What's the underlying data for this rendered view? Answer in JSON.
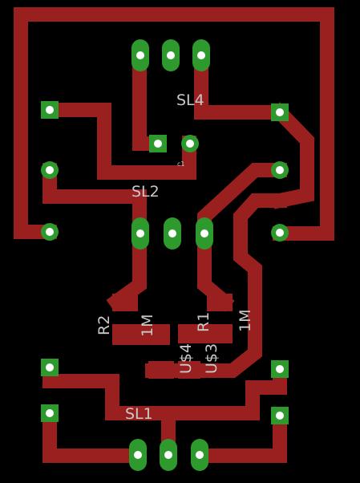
{
  "colors": {
    "background": "#000000",
    "trace": "#9a1f1f",
    "pad_copper": "#2e9a2e",
    "pad_hole": "#ffffff",
    "silkscreen": "#c9c9c9"
  },
  "labels": {
    "sl4": "SL4",
    "sl2": "SL2",
    "sl1": "SL1",
    "r2": "R2",
    "r2_value": "1M",
    "r1": "R1",
    "r1_value": "1M",
    "us4": "U$4",
    "us3": "U$3",
    "c1": "c1"
  }
}
